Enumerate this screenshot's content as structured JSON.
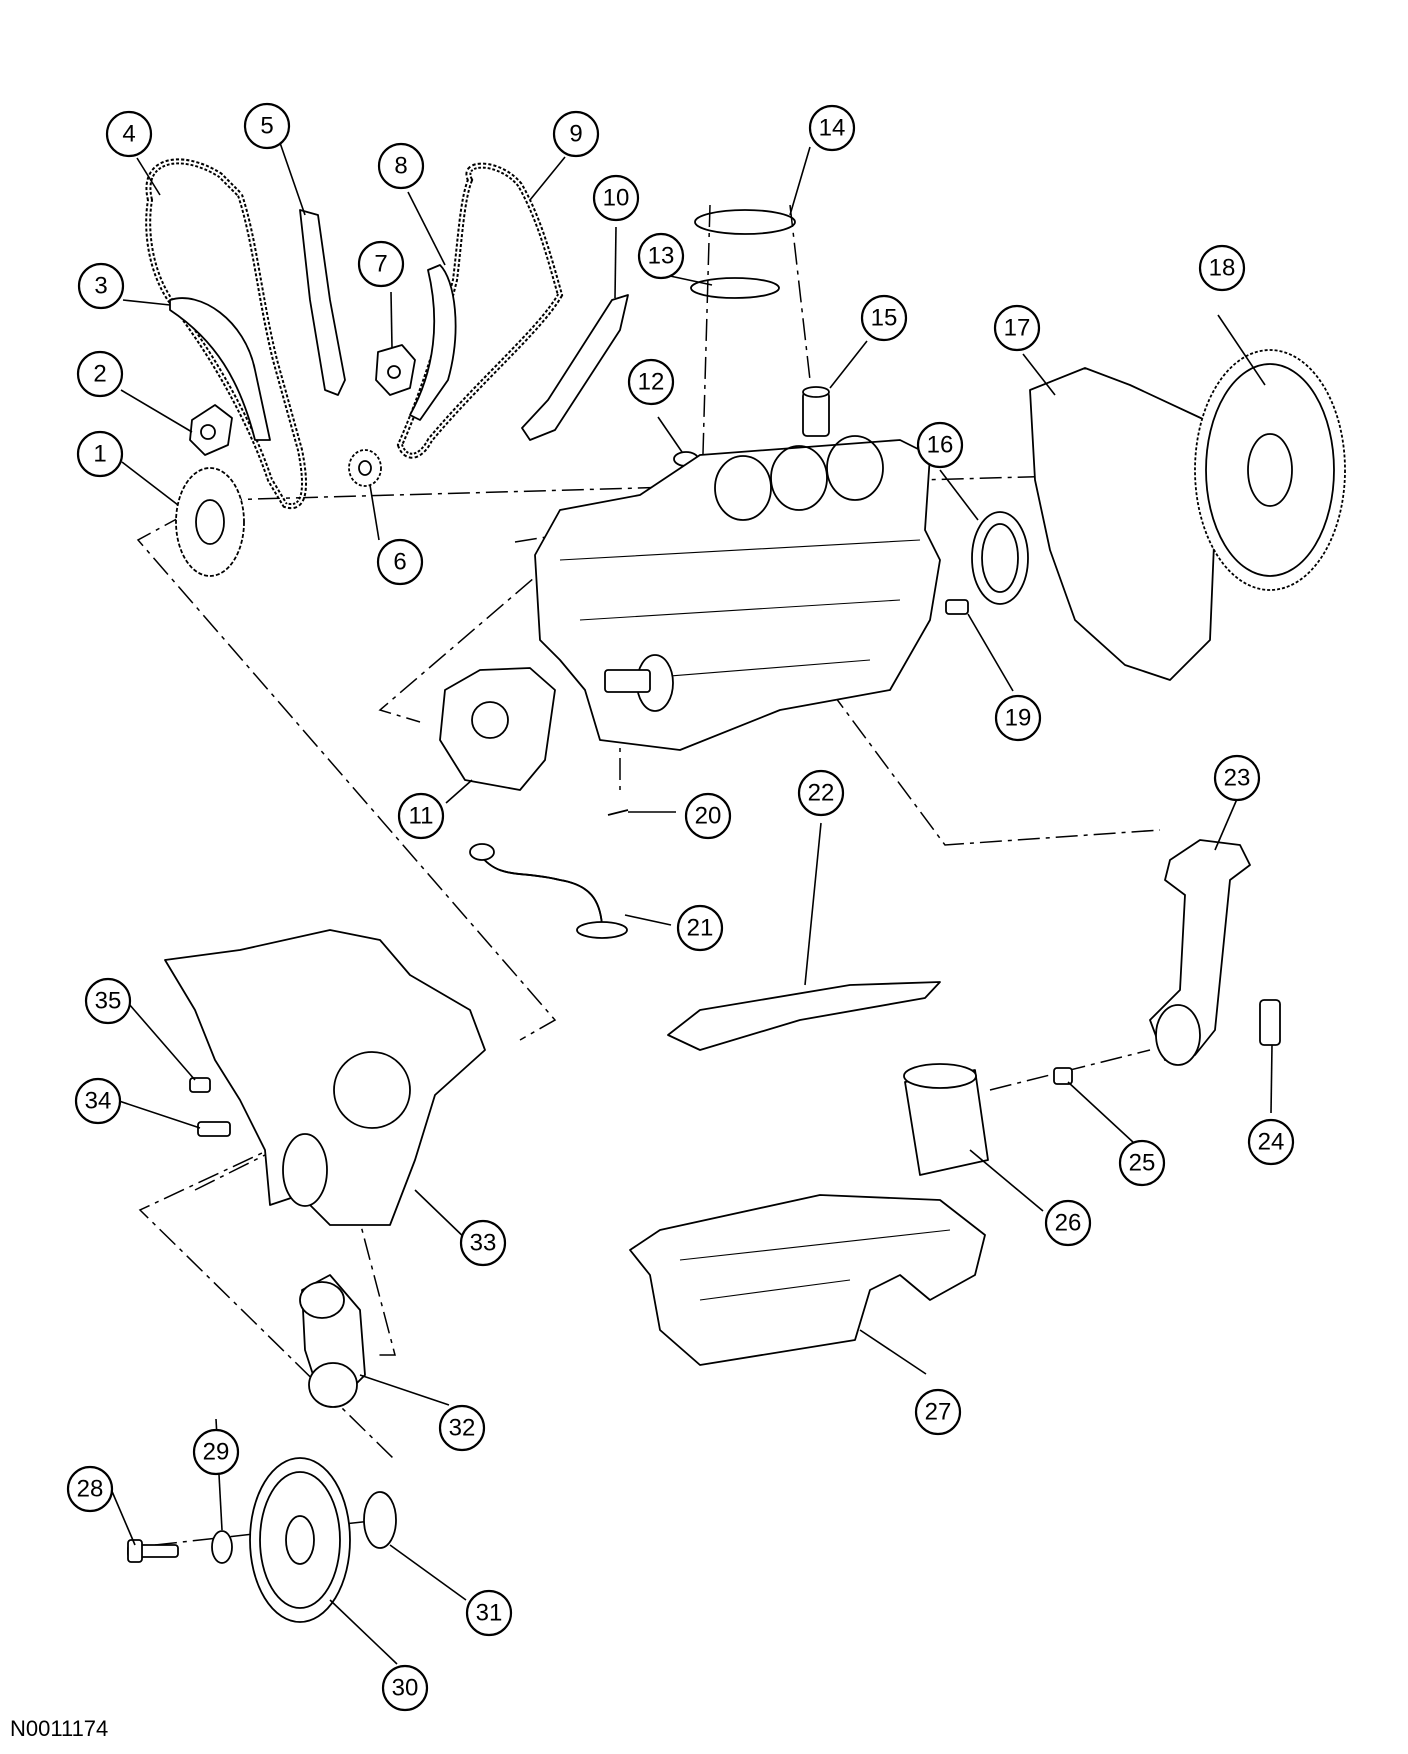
{
  "drawing_id": "N0011174",
  "callouts": [
    "1",
    "2",
    "3",
    "4",
    "5",
    "6",
    "7",
    "8",
    "9",
    "10",
    "11",
    "12",
    "13",
    "14",
    "15",
    "16",
    "17",
    "18",
    "19",
    "20",
    "21",
    "22",
    "23",
    "24",
    "25",
    "26",
    "27",
    "28",
    "29",
    "30",
    "31",
    "32",
    "33",
    "34",
    "35"
  ]
}
